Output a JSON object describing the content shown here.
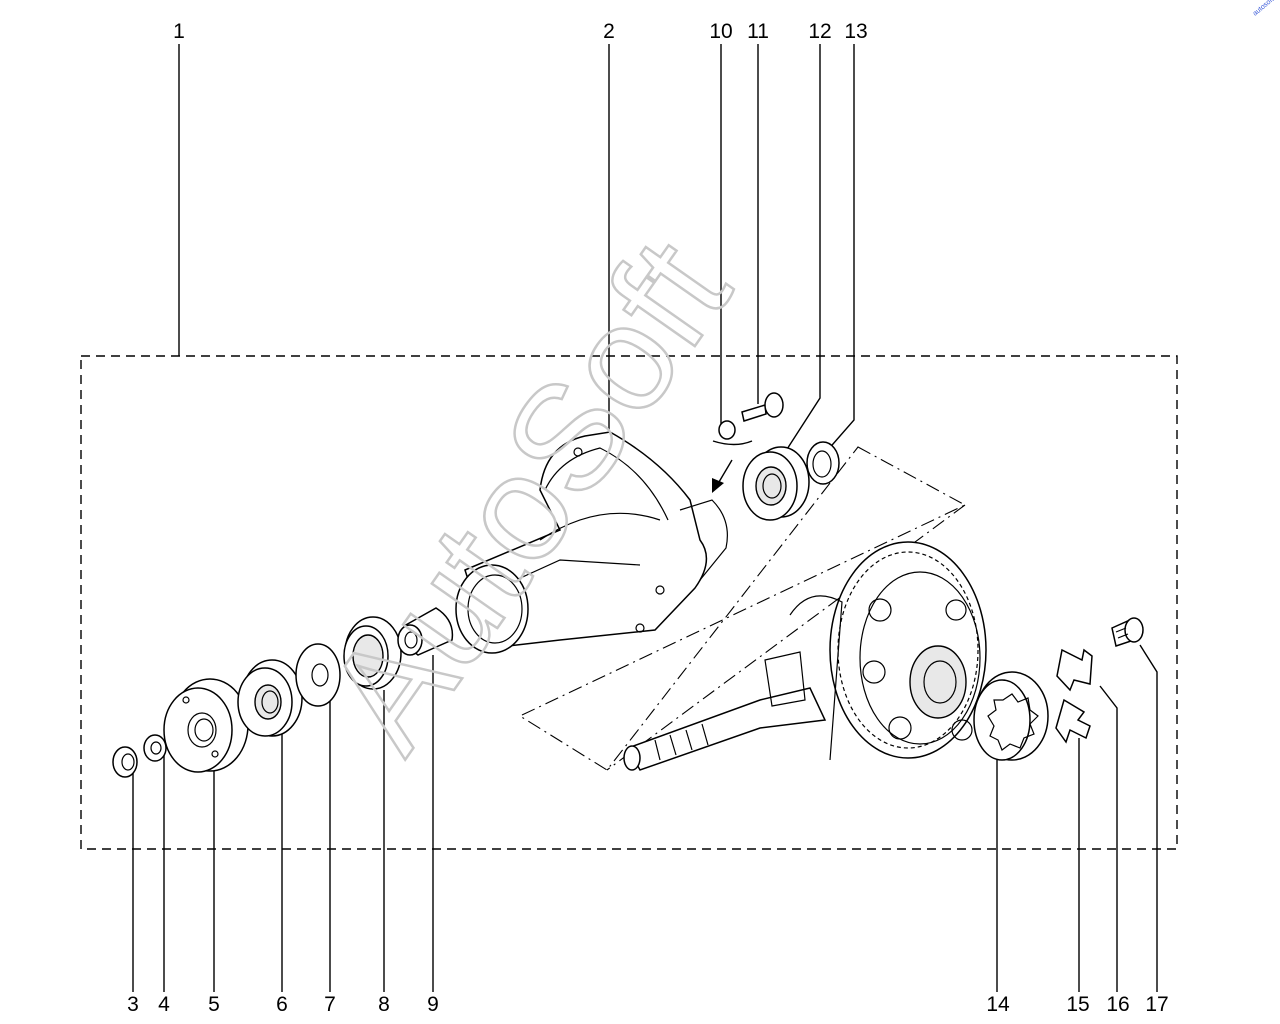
{
  "watermark": "AutoSoft",
  "corner_mark": "autosoft",
  "callouts": [
    {
      "id": "1",
      "label": "1"
    },
    {
      "id": "2",
      "label": "2"
    },
    {
      "id": "10",
      "label": "10"
    },
    {
      "id": "11",
      "label": "11"
    },
    {
      "id": "12",
      "label": "12"
    },
    {
      "id": "13",
      "label": "13"
    },
    {
      "id": "3",
      "label": "3"
    },
    {
      "id": "4",
      "label": "4"
    },
    {
      "id": "5",
      "label": "5"
    },
    {
      "id": "6",
      "label": "6"
    },
    {
      "id": "7",
      "label": "7"
    },
    {
      "id": "8",
      "label": "8"
    },
    {
      "id": "9",
      "label": "9"
    },
    {
      "id": "14",
      "label": "14"
    },
    {
      "id": "15",
      "label": "15"
    },
    {
      "id": "16",
      "label": "16"
    },
    {
      "id": "17",
      "label": "17"
    }
  ]
}
